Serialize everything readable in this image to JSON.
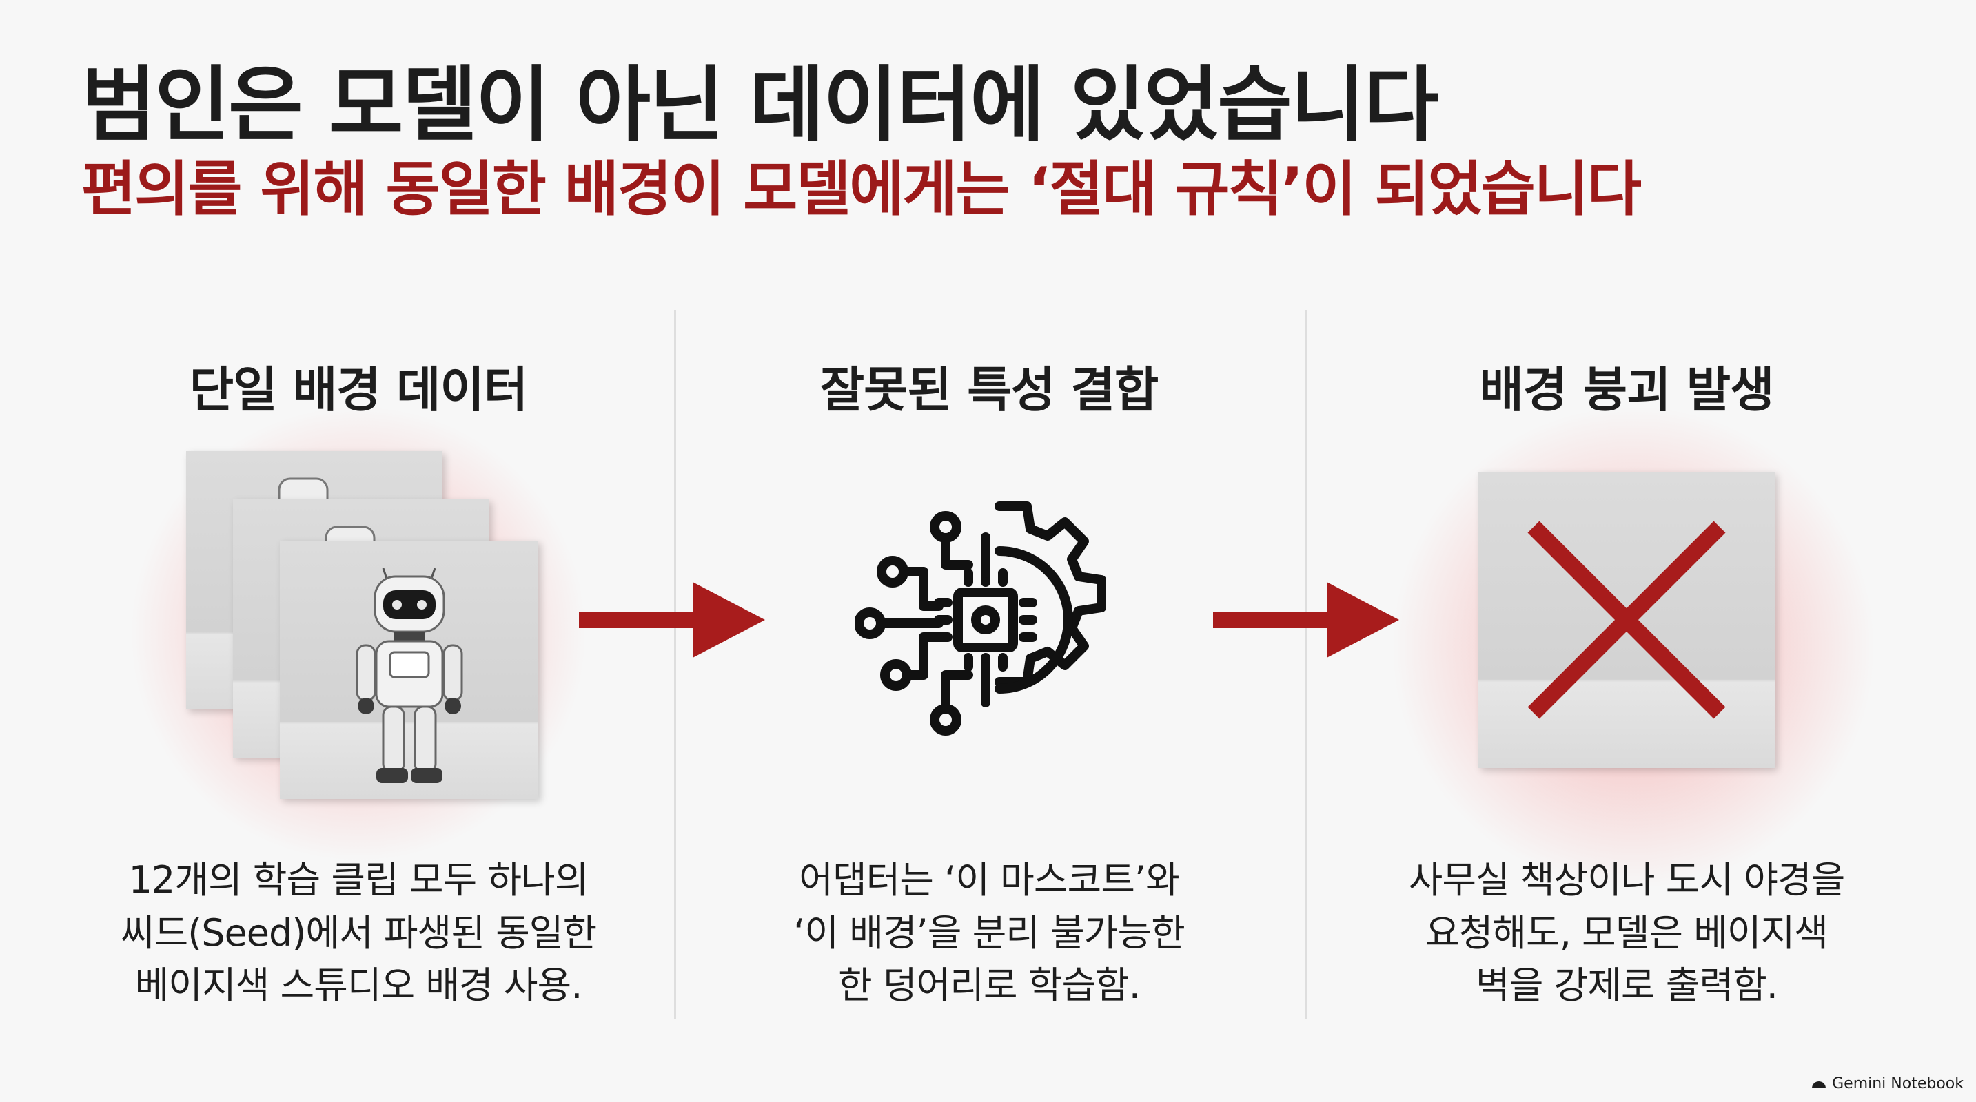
{
  "title": "범인은 모델이 아닌 데이터에 있었습니다",
  "subtitle": "편의를 위해 동일한 배경이 모델에게는 ‘절대 규칙’이 되었습니다",
  "columns": [
    {
      "heading": "단일 배경 데이터",
      "description": [
        "12개의 학습 클립 모두 하나의",
        "씨드(Seed)에서 파생된 동일한",
        "베이지색 스튜디오 배경 사용."
      ]
    },
    {
      "heading": "잘못된 특성 결합",
      "description": [
        "어댑터는 ‘이 마스코트’와",
        "‘이 배경’을 분리 불가능한",
        "한 덩어리로 학습함."
      ]
    },
    {
      "heading": "배경 붕괴 발생",
      "description": [
        "사무실 책상이나 도시 야경을",
        "요청해도, 모델은 베이지색",
        "벽을 강제로 출력함."
      ]
    }
  ],
  "footer": "Gemini Notebook",
  "colors": {
    "accent_red": "#9c1a1a",
    "arrow_red": "#a81c1c",
    "text_dark": "#1d1d1d"
  },
  "icons": [
    "robot-image",
    "circuit-gear-icon",
    "cross-icon",
    "arrow-right-icon",
    "notebook-logo-icon"
  ]
}
